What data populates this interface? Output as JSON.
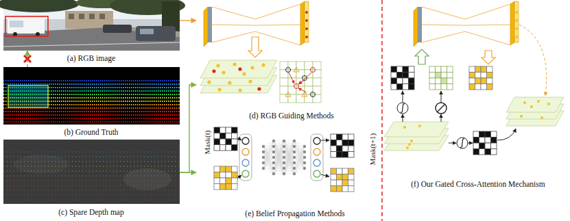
{
  "diagram": {
    "nodes": [
      {
        "text": [
          "(a) RGB image"
        ]
      },
      {
        "text": [
          "(b) Ground Truth"
        ]
      },
      {
        "text": [
          "(c) Spare Depth map"
        ]
      },
      {
        "text": [
          "(d) RGB Guiding Methods"
        ]
      },
      {
        "text": [
          "(e) Belief Propagation Methods"
        ]
      },
      {
        "text": [
          "(f) Our Gated Cross-Attention Mechanism"
        ]
      }
    ],
    "edges": [
      {
        "from": 1,
        "to": 0,
        "arrow": "to"
      },
      {
        "from": 0,
        "to": 3,
        "arrow": "to"
      },
      {
        "from": 2,
        "to": 3,
        "arrow": "to"
      },
      {
        "from": 2,
        "to": 4,
        "arrow": "to"
      }
    ],
    "labels": [
      "Mask(t)",
      "Mask(t+1)"
    ]
  }
}
